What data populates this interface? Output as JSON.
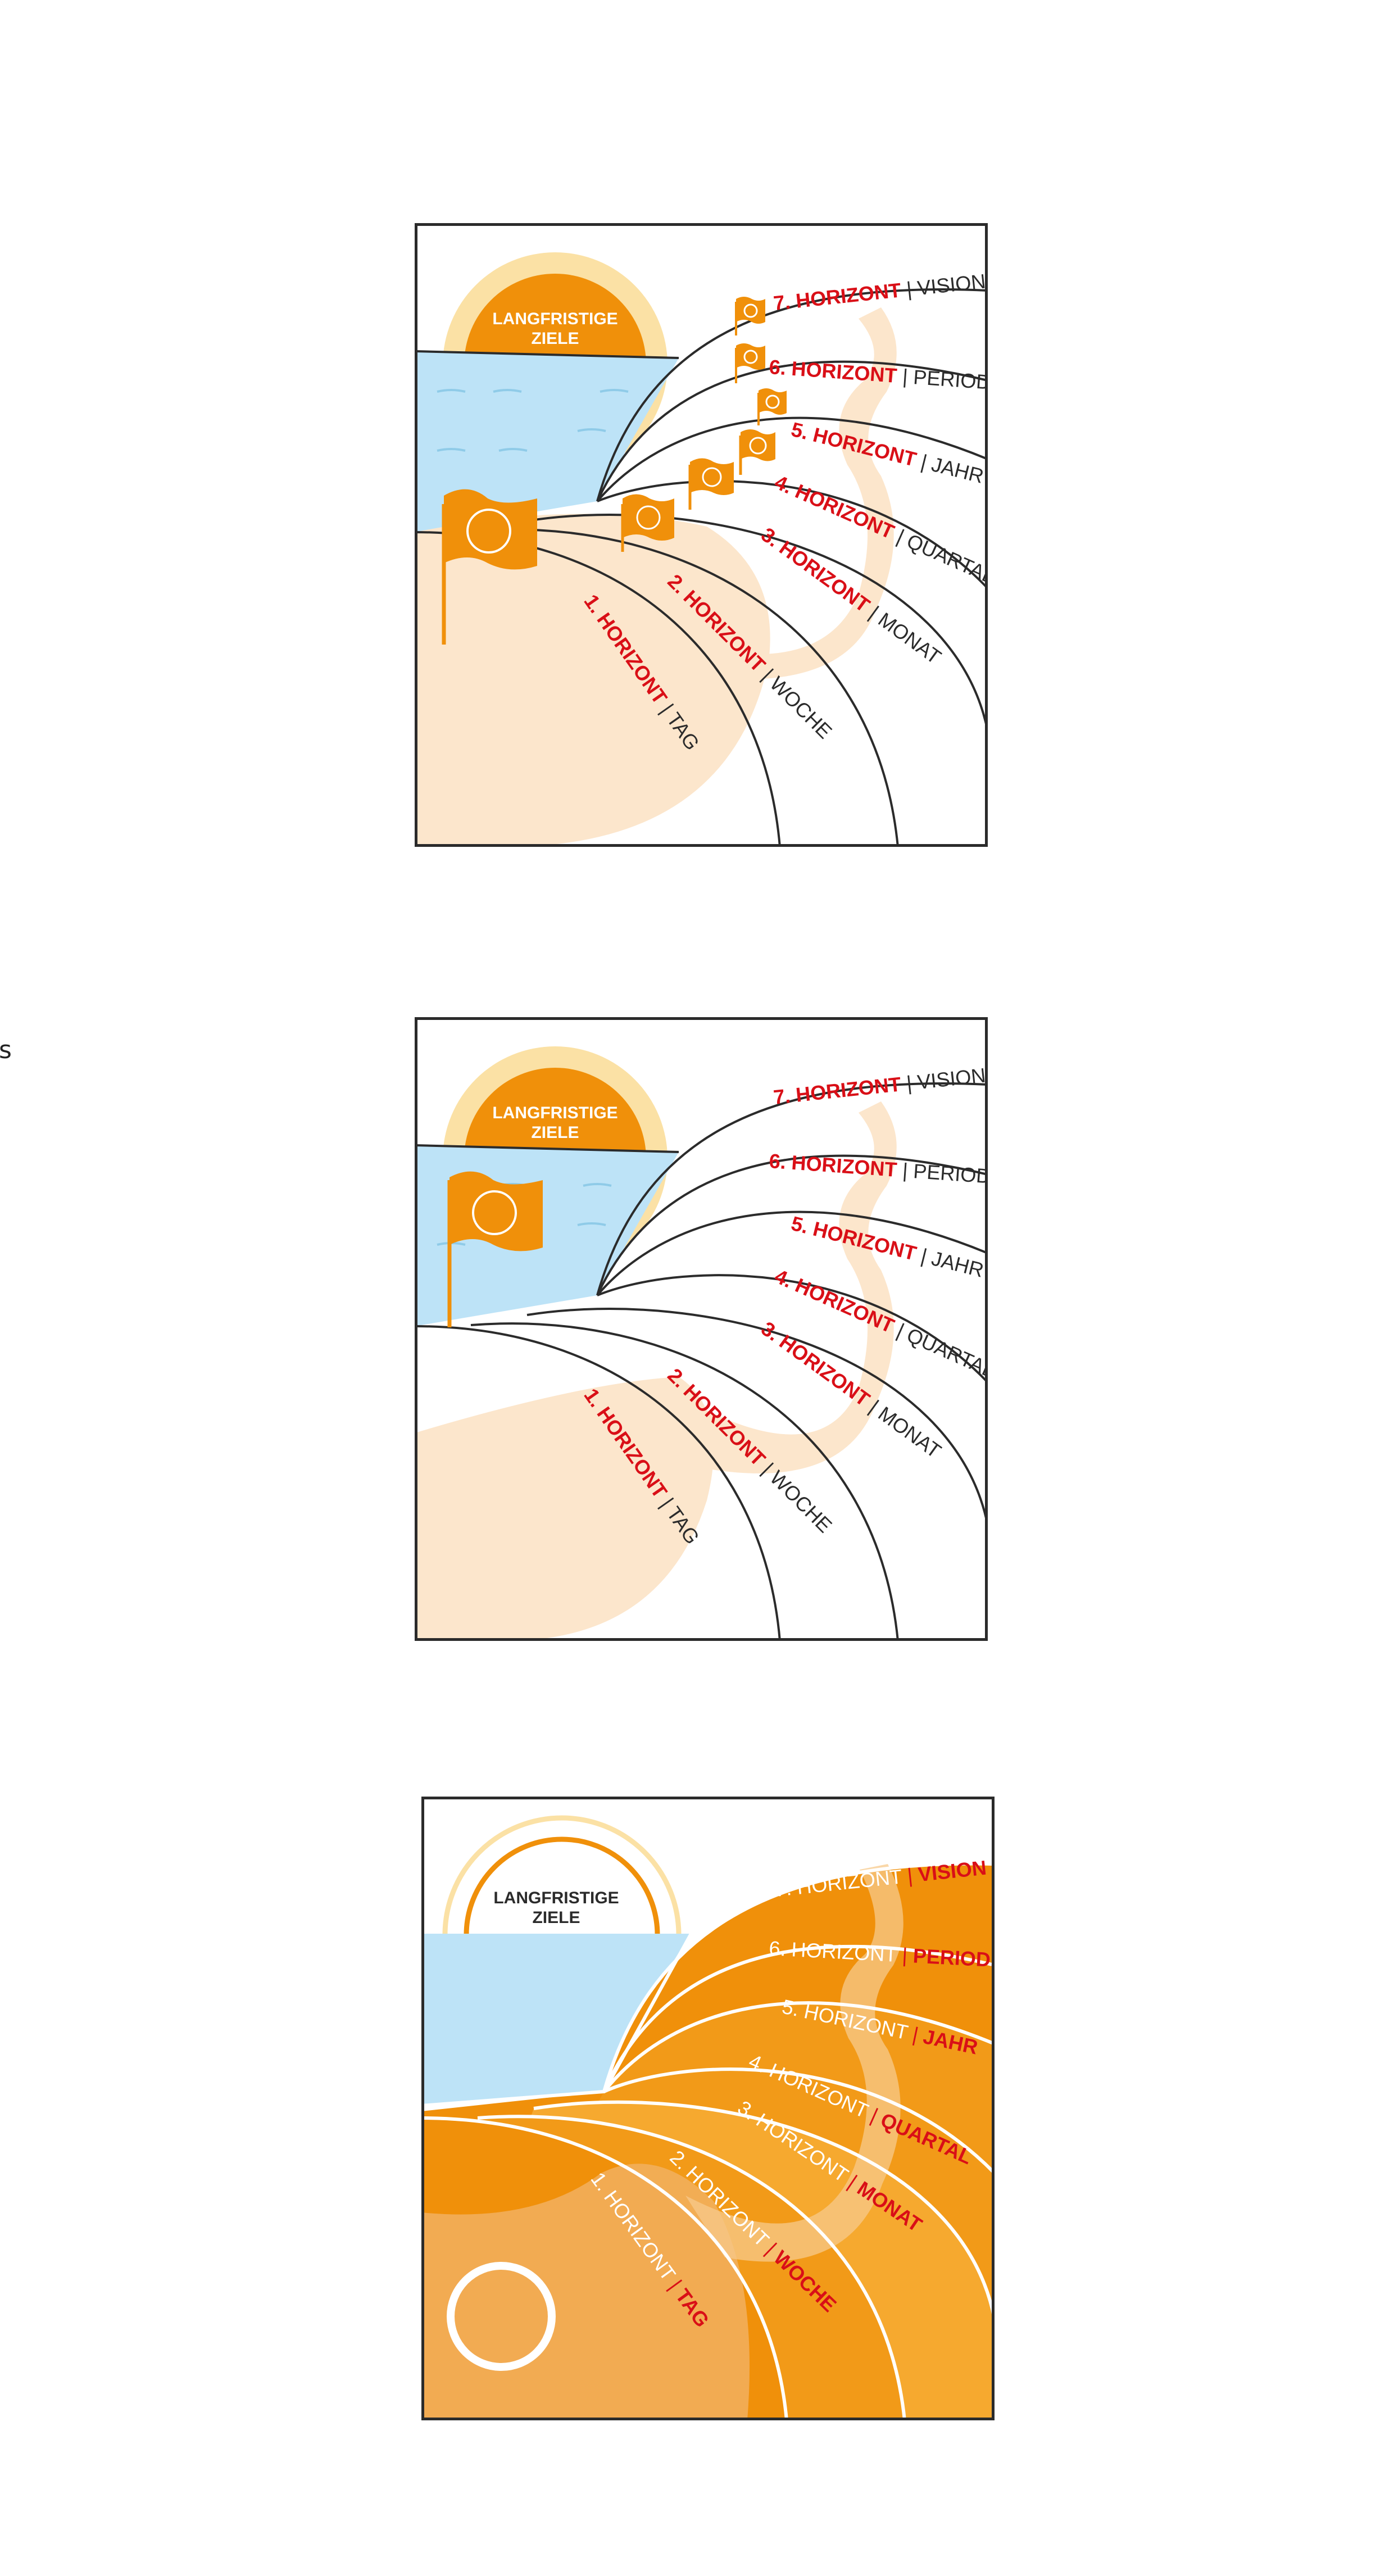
{
  "sun": {
    "label_line1": "LANGFRISTIGE",
    "label_line2": "ZIELE"
  },
  "horizons": [
    {
      "name": "1. HORIZONT",
      "period": "TAG"
    },
    {
      "name": "2. HORIZONT",
      "period": "WOCHE"
    },
    {
      "name": "3. HORIZONT",
      "period": "MONAT"
    },
    {
      "name": "4. HORIZONT",
      "period": "QUARTAL"
    },
    {
      "name": "5. HORIZONT",
      "period": "JAHR"
    },
    {
      "name": "6. HORIZONT",
      "period": "PERIODE"
    },
    {
      "name": "7. HORIZONT",
      "period": "VISION"
    }
  ],
  "separator": "|",
  "stray_glyph": "s",
  "colors": {
    "orange": "#f0900a",
    "sun_halo": "#fbe1a5",
    "sand": "#fce6cc",
    "sea": "#bde3f7",
    "red": "#d90f17",
    "line": "#2b2b2b"
  }
}
